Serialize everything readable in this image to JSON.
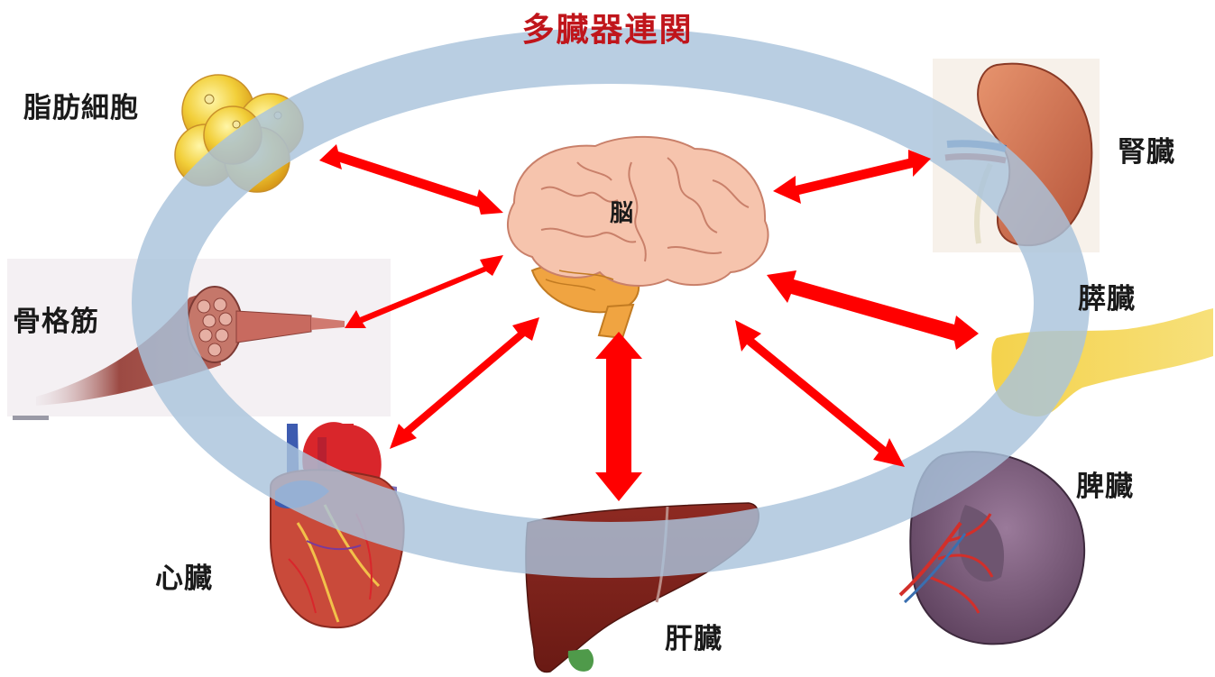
{
  "title": "多臓器連関",
  "center": "脳",
  "organs": {
    "fat": "脂肪細胞",
    "muscle": "骨格筋",
    "heart": "心臓",
    "liver": "肝臓",
    "spleen": "脾臓",
    "pancreas": "膵臓",
    "kidney": "腎臓"
  },
  "colors": {
    "ring": "#a9c3dc",
    "arrow": "#ff0000",
    "title": "#c0151b"
  }
}
